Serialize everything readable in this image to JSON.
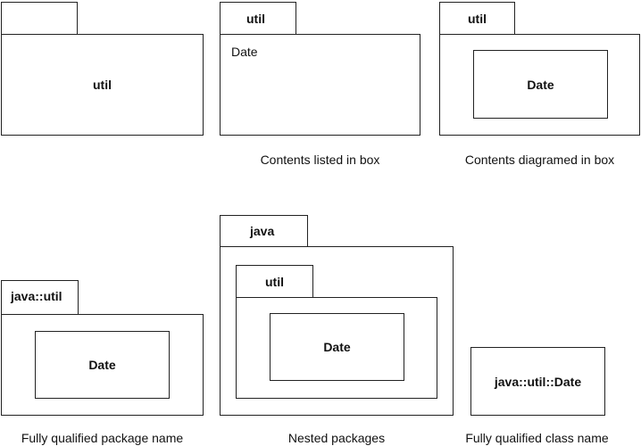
{
  "diagrams": {
    "simple": {
      "body_label": "util",
      "tab_label": ""
    },
    "listed": {
      "tab_label": "util",
      "content": "Date",
      "caption": "Contents listed in box"
    },
    "diagramed": {
      "tab_label": "util",
      "inner_class": "Date",
      "caption": "Contents diagramed in box"
    },
    "qualified_package": {
      "tab_label": "java::util",
      "inner_class": "Date",
      "caption": "Fully qualified package name"
    },
    "nested": {
      "outer_tab_label": "java",
      "inner_tab_label": "util",
      "inner_class": "Date",
      "caption": "Nested packages"
    },
    "qualified_class": {
      "class_label": "java::util::Date",
      "caption": "Fully qualified class name"
    }
  }
}
